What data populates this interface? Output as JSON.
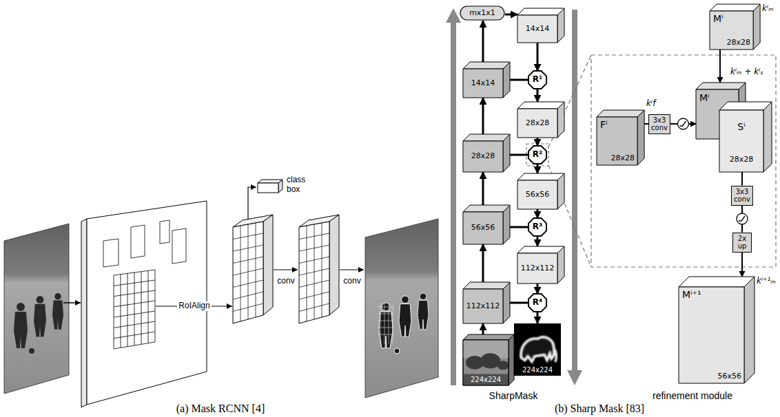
{
  "diagram": {
    "nodes": [
      {
        "text": [
          "mx1x1"
        ]
      },
      {
        "text": [
          "14x14"
        ]
      },
      {
        "text": [
          "14x14"
        ]
      },
      {
        "text": [
          "R¹"
        ]
      },
      {
        "text": [
          "28x28"
        ]
      },
      {
        "text": [
          "28x28"
        ]
      },
      {
        "text": [
          "R²"
        ]
      },
      {
        "text": [
          "56x56"
        ]
      },
      {
        "text": [
          "56x56"
        ]
      },
      {
        "text": [
          "R³"
        ]
      },
      {
        "text": [
          "112x112"
        ]
      },
      {
        "text": [
          "112x112"
        ]
      },
      {
        "text": [
          "R⁴"
        ]
      },
      {
        "text": [
          "224x224"
        ]
      },
      {
        "text": [
          "224x224"
        ]
      },
      {
        "text": [
          "Mⁱ",
          "28x28",
          "kⁱₘ"
        ]
      },
      {
        "text": [
          "Fⁱ",
          "28x28",
          "kⁱf"
        ]
      },
      {
        "text": [
          "3x3 conv"
        ]
      },
      {
        "text": [
          "Mⁱ",
          "Sⁱ",
          "28x28",
          "kⁱₘ + kⁱₛ"
        ]
      },
      {
        "text": [
          "3x3 conv"
        ]
      },
      {
        "text": [
          "2x up"
        ]
      },
      {
        "text": [
          "Mⁱ⁺¹",
          "56x56",
          "kⁱ⁺¹ₘ"
        ]
      }
    ],
    "edges": [
      {
        "from": 13,
        "to": 10,
        "arrow": "to"
      },
      {
        "from": 10,
        "to": 7,
        "arrow": "to"
      },
      {
        "from": 7,
        "to": 4,
        "arrow": "to"
      },
      {
        "from": 4,
        "to": 1,
        "arrow": "to"
      },
      {
        "from": 1,
        "to": 0,
        "arrow": "to"
      },
      {
        "from": 0,
        "to": 2,
        "arrow": "to"
      },
      {
        "from": 1,
        "to": 3,
        "arrow": "none"
      },
      {
        "from": 4,
        "to": 6,
        "arrow": "none"
      },
      {
        "from": 7,
        "to": 9,
        "arrow": "none"
      },
      {
        "from": 10,
        "to": 12,
        "arrow": "none"
      },
      {
        "from": 2,
        "to": 3,
        "arrow": "to"
      },
      {
        "from": 3,
        "to": 5,
        "arrow": "to"
      },
      {
        "from": 5,
        "to": 6,
        "arrow": "to"
      },
      {
        "from": 6,
        "to": 8,
        "arrow": "to"
      },
      {
        "from": 8,
        "to": 9,
        "arrow": "to"
      },
      {
        "from": 9,
        "to": 11,
        "arrow": "to"
      },
      {
        "from": 11,
        "to": 12,
        "arrow": "to"
      },
      {
        "from": 12,
        "to": 14,
        "arrow": "to"
      },
      {
        "from": 15,
        "to": 18,
        "arrow": "to"
      },
      {
        "from": 16,
        "to": 17,
        "arrow": "none"
      },
      {
        "from": 17,
        "to": 18,
        "arrow": "to"
      },
      {
        "from": 18,
        "to": 19,
        "arrow": "none"
      },
      {
        "from": 19,
        "to": 20,
        "arrow": "none"
      },
      {
        "from": 20,
        "to": 21,
        "arrow": "to"
      }
    ],
    "labels": [
      "class box",
      "RoIAlign",
      "conv",
      "conv",
      "(a) Mask RCNN [4]",
      "SharpMask",
      "(b) Sharp Mask [83]",
      "refinement module"
    ]
  }
}
